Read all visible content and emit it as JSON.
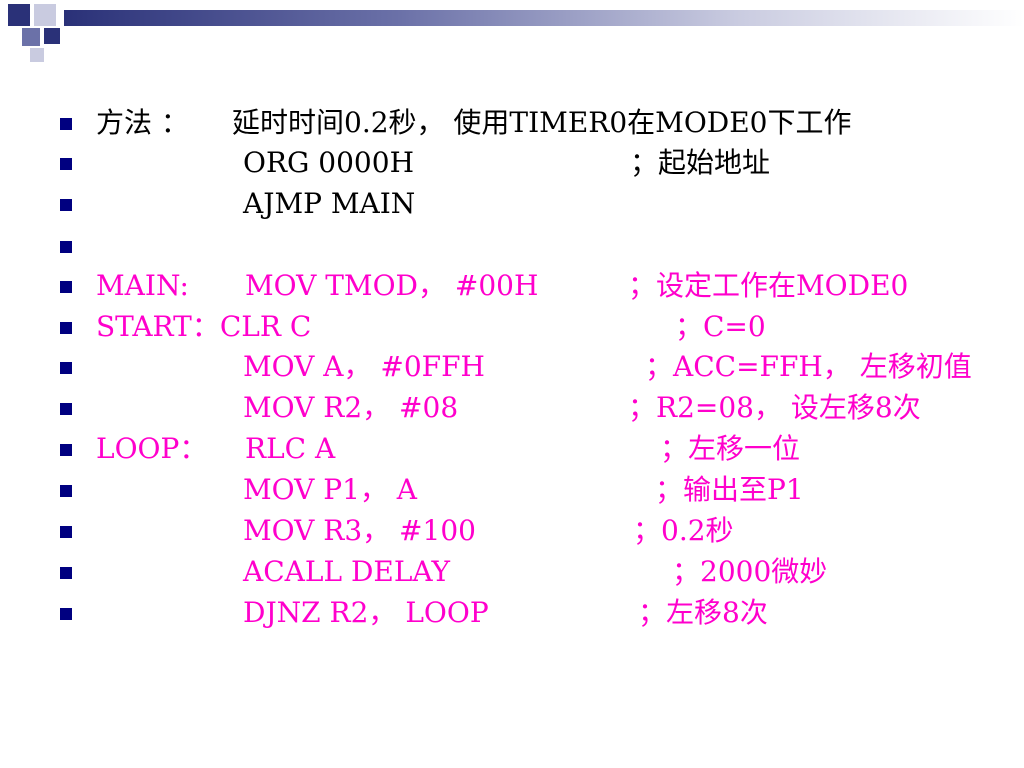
{
  "colors": {
    "text_black": "#000000",
    "text_pink": "#ff00cc",
    "bullet_navy": "#000080",
    "header_dark": "#2a3178"
  },
  "lines": [
    {
      "label": "方法 ：",
      "code": "延时时间0.2秒， 使用TIMER0在MODE0下工作",
      "comment": ""
    },
    {
      "label": "",
      "code": "ORG   0000H",
      "comment": "；起始地址"
    },
    {
      "label": "",
      "code": "AJMP  MAIN",
      "comment": ""
    },
    {
      "label": "",
      "code": "",
      "comment": ""
    },
    {
      "label": "MAIN:",
      "code": "MOV   TMOD， #00H",
      "comment": "；设定工作在MODE0"
    },
    {
      "label": "START：CLR   C",
      "code": "",
      "comment": "；C=0"
    },
    {
      "label": "",
      "code": "MOV    A， #0FFH",
      "comment": "；ACC=FFH， 左移初值"
    },
    {
      "label": "",
      "code": "MOV    R2， #08",
      "comment": "；R2=08， 设左移8次"
    },
    {
      "label": "LOOP：",
      "code": "RLC    A",
      "comment": "；左移一位"
    },
    {
      "label": "",
      "code": "MOV    P1， A",
      "comment": "；输出至P1"
    },
    {
      "label": "",
      "code": "MOV    R3， #100",
      "comment": "；0.2秒"
    },
    {
      "label": "",
      "code": "ACALL  DELAY",
      "comment": "；2000微妙"
    },
    {
      "label": "",
      "code": "DJNZ   R2， LOOP",
      "comment": "；左移8次"
    }
  ]
}
